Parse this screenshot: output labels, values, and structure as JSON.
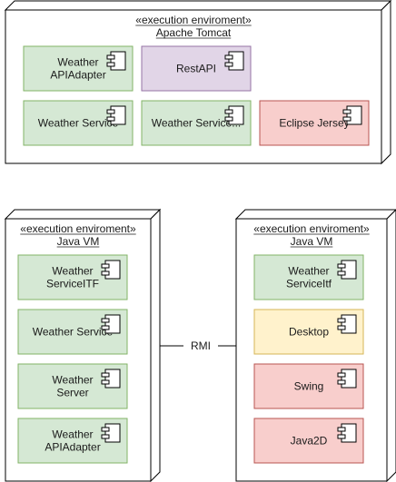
{
  "nodes": [
    {
      "id": "tomcat",
      "stereotype": "«execution enviroment»",
      "title": "Apache Tomcat",
      "components": [
        {
          "label": [
            "Weather",
            "APIAdapter"
          ],
          "fill": "#d5e8d4",
          "stroke": "#82b366"
        },
        {
          "label": [
            "RestAPI"
          ],
          "fill": "#e1d5e7",
          "stroke": "#9673a6"
        },
        {
          "label": [
            "Weather Service"
          ],
          "fill": "#d5e8d4",
          "stroke": "#82b366"
        },
        {
          "label": [
            "Weather Service..."
          ],
          "fill": "#d5e8d4",
          "stroke": "#82b366"
        },
        {
          "label": [
            "Eclipse Jersey"
          ],
          "fill": "#f8cecc",
          "stroke": "#b85450"
        }
      ]
    },
    {
      "id": "java-vm-left",
      "stereotype": "«execution enviroment»",
      "title": "Java VM",
      "components": [
        {
          "label": [
            "Weather",
            "ServiceITF"
          ],
          "fill": "#d5e8d4",
          "stroke": "#82b366"
        },
        {
          "label": [
            "Weather Service"
          ],
          "fill": "#d5e8d4",
          "stroke": "#82b366"
        },
        {
          "label": [
            "Weather",
            "Server"
          ],
          "fill": "#d5e8d4",
          "stroke": "#82b366"
        },
        {
          "label": [
            "Weather",
            "APIAdapter"
          ],
          "fill": "#d5e8d4",
          "stroke": "#82b366"
        }
      ]
    },
    {
      "id": "java-vm-right",
      "stereotype": "«execution enviroment»",
      "title": "Java VM",
      "components": [
        {
          "label": [
            "Weather",
            "ServiceItf"
          ],
          "fill": "#d5e8d4",
          "stroke": "#82b366"
        },
        {
          "label": [
            "Desktop"
          ],
          "fill": "#fff2cc",
          "stroke": "#d6b656"
        },
        {
          "label": [
            "Swing"
          ],
          "fill": "#f8cecc",
          "stroke": "#b85450"
        },
        {
          "label": [
            "Java2D"
          ],
          "fill": "#f8cecc",
          "stroke": "#b85450"
        }
      ]
    }
  ],
  "connector": {
    "label": "RMI"
  }
}
